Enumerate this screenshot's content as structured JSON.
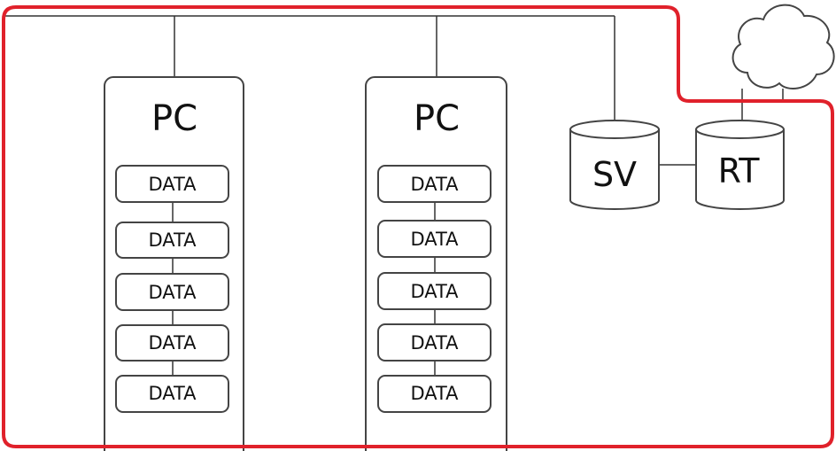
{
  "diagram": {
    "computers": [
      {
        "title": "PC",
        "data_items": [
          "DATA",
          "DATA",
          "DATA",
          "DATA",
          "DATA"
        ]
      },
      {
        "title": "PC",
        "data_items": [
          "DATA",
          "DATA",
          "DATA",
          "DATA",
          "DATA"
        ]
      }
    ],
    "server": {
      "label": "SV"
    },
    "router": {
      "label": "RT"
    },
    "cloud": {
      "icon": "cloud-icon"
    },
    "colors": {
      "boundary": "#e0212b",
      "outline": "#444444",
      "wire": "#333333"
    }
  }
}
